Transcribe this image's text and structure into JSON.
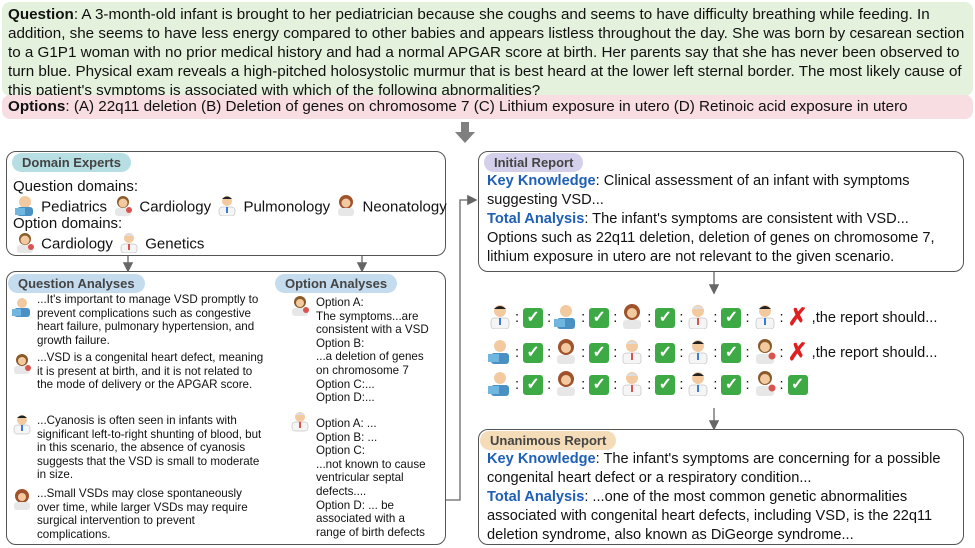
{
  "question": {
    "label": "Question",
    "text": ": A 3-month-old infant is brought to her pediatrician because she coughs and seems to have difficulty breathing while feeding. In addition, she seems to have less energy compared to other babies and appears listless throughout the day. She was born by cesarean section to a G1P1 woman with no prior medical history and had a normal APGAR score at birth. Her parents say that she has never been observed to turn blue. Physical exam reveals a high-pitched holosystolic murmur that is best heard at the lower left sternal border. The most likely cause of this patient's symptoms is associated with which of the following abnormalities?"
  },
  "options": {
    "label": "Options",
    "text": ":   (A) 22q11 deletion (B) Deletion of genes on chromosome 7 (C) Lithium exposure in utero (D) Retinoic acid exposure in utero"
  },
  "domain_experts": {
    "tag": "Domain Experts",
    "question_domains_label": "Question domains:",
    "question_domains": [
      "Pediatrics",
      "Cardiology",
      "Pulmonology",
      "Neonatology"
    ],
    "option_domains_label": "Option domains:",
    "option_domains": [
      "Cardiology",
      "Genetics"
    ]
  },
  "question_analyses": {
    "tag": "Question Analyses",
    "items": [
      "...It's important to manage VSD promptly to prevent complications such as congestive heart failure, pulmonary hypertension, and growth failure.",
      "...VSD is a congenital heart defect, meaning it is present at birth, and it is not related to the mode of delivery or the APGAR score.",
      "...Cyanosis is often seen in infants with significant left-to-right shunting of blood, but in this scenario, the absence of cyanosis suggests that the VSD is small to moderate in size.",
      "...Small VSDs may close spontaneously over time, while larger VSDs may require surgical intervention to prevent complications."
    ]
  },
  "option_analyses": {
    "tag": "Option Analyses",
    "block1": [
      "Option A:",
      "The symptoms...are",
      "consistent with a VSD",
      "Option B:",
      "...a deletion of genes",
      "on chromosome 7",
      "Option C:...",
      "Option D:..."
    ],
    "block2": [
      "Option A: ...",
      "Option B: ...",
      "Option C:",
      "...not known to cause",
      "ventricular septal",
      "defects....",
      "Option D: ... be",
      "associated with a",
      "range of birth defects"
    ]
  },
  "initial_report": {
    "tag": "Initial Report",
    "kk_label": "Key Knowledge",
    "kk_text": ": Clinical assessment of an infant with symptoms suggesting VSD...",
    "ta_label": "Total Analysis",
    "ta_text": ": The infant's symptoms are consistent with VSD... Options such as 22q11 deletion, deletion of genes on chromosome 7, lithium exposure in utero are not relevant to the given scenario."
  },
  "votes": {
    "row1_suffix": ",the report should...",
    "row2_suffix": ",the report should..."
  },
  "unanimous_report": {
    "tag": "Unanimous Report",
    "kk_label": "Key Knowledge",
    "kk_text": ": The infant's symptoms are concerning for a possible congenital heart defect or a respiratory condition...",
    "ta_label": "Total Analysis",
    "ta_text": ": ...one of the most common genetic abnormalities associated with congenital heart defects, including VSD, is the 22q11 deletion syndrome, also known as DiGeorge syndrome..."
  },
  "colors": {
    "question_bg": "#e4f1dc",
    "options_bg": "#f8dde2",
    "domain_tag": "#b7dfe3",
    "analysis_tag": "#c5dcef",
    "initial_tag": "#d4d0ec",
    "unanimous_tag": "#f5dcb8",
    "keyword_blue": "#1f5fb4",
    "check_green": "#3daa45",
    "cross_red": "#e02020"
  }
}
